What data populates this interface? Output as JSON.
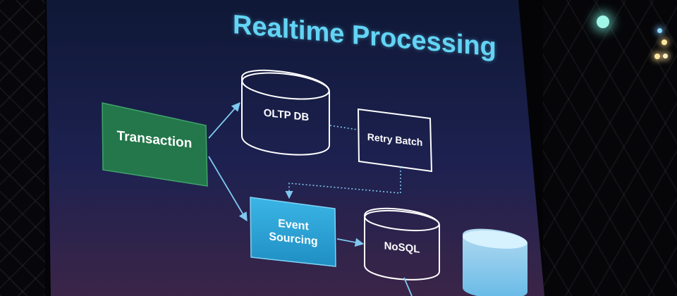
{
  "diagram": {
    "title": "Realtime Processing",
    "nodes": {
      "transaction": "Transaction",
      "oltp_db": "OLTP DB",
      "retry_batch": "Retry Batch",
      "event_sourcing_line1": "Event",
      "event_sourcing_line2": "Sourcing",
      "nosql": "NoSQL"
    }
  },
  "colors": {
    "title": "#63d4f5",
    "transaction_fill": "#23774a",
    "event_sourcing_fill": "#2aa3d6",
    "connector": "#7ec8f0",
    "screen_top": "#101a3a",
    "screen_bottom": "#3a2448"
  }
}
